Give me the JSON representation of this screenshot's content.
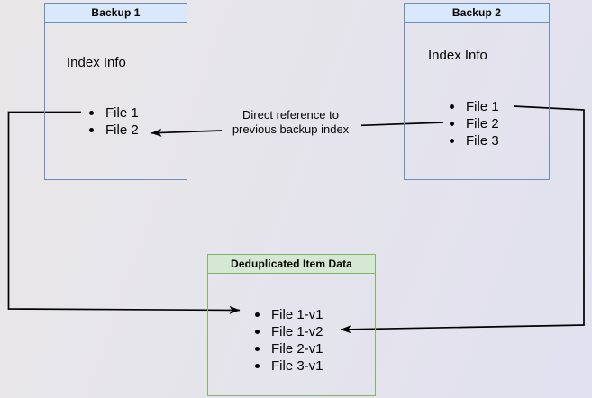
{
  "diagram": {
    "backup1": {
      "title": "Backup 1",
      "subtitle": "Index Info",
      "items": [
        "File 1",
        "File 2"
      ]
    },
    "backup2": {
      "title": "Backup 2",
      "subtitle": "Index Info",
      "items": [
        "File 1",
        "File 2",
        "File 3"
      ]
    },
    "dedup": {
      "title": "Deduplicated Item Data",
      "items": [
        "File 1-v1",
        "File 1-v2",
        "File 2-v1",
        "File 3-v1"
      ]
    },
    "edge_label": {
      "line1": "Direct reference to",
      "line2": "previous backup index"
    }
  },
  "colors": {
    "blue_fill": "#dae8fc",
    "blue_border": "#6c8ebf",
    "green_fill": "#d5e8d4",
    "green_border": "#82b366",
    "line": "#000000",
    "text": "#000000",
    "bg_left": "#e9e7e7",
    "bg_right": "#e1e1f0"
  }
}
